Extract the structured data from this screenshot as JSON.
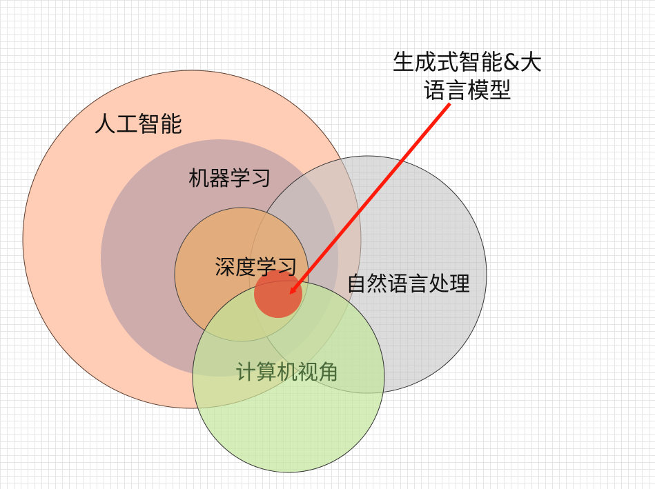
{
  "labels": {
    "ai": "人工智能",
    "ml": "机器学习",
    "dl": "深度学习",
    "nlp": "自然语言处理",
    "cv": "计算机视角",
    "genai_line1": "生成式智能&大",
    "genai_line2": "语言模型"
  },
  "colors": {
    "ai_fill": "#ffcdb6",
    "ml_fill": "#cfa9a9",
    "dl_fill": "#e5ab74",
    "nlp_fill": "#d4d4d4",
    "cv_fill": "#cdeaa8",
    "genai_fill": "#e0523a",
    "arrow": "#ff1a0a",
    "cv_label": "#4a6a3a"
  }
}
